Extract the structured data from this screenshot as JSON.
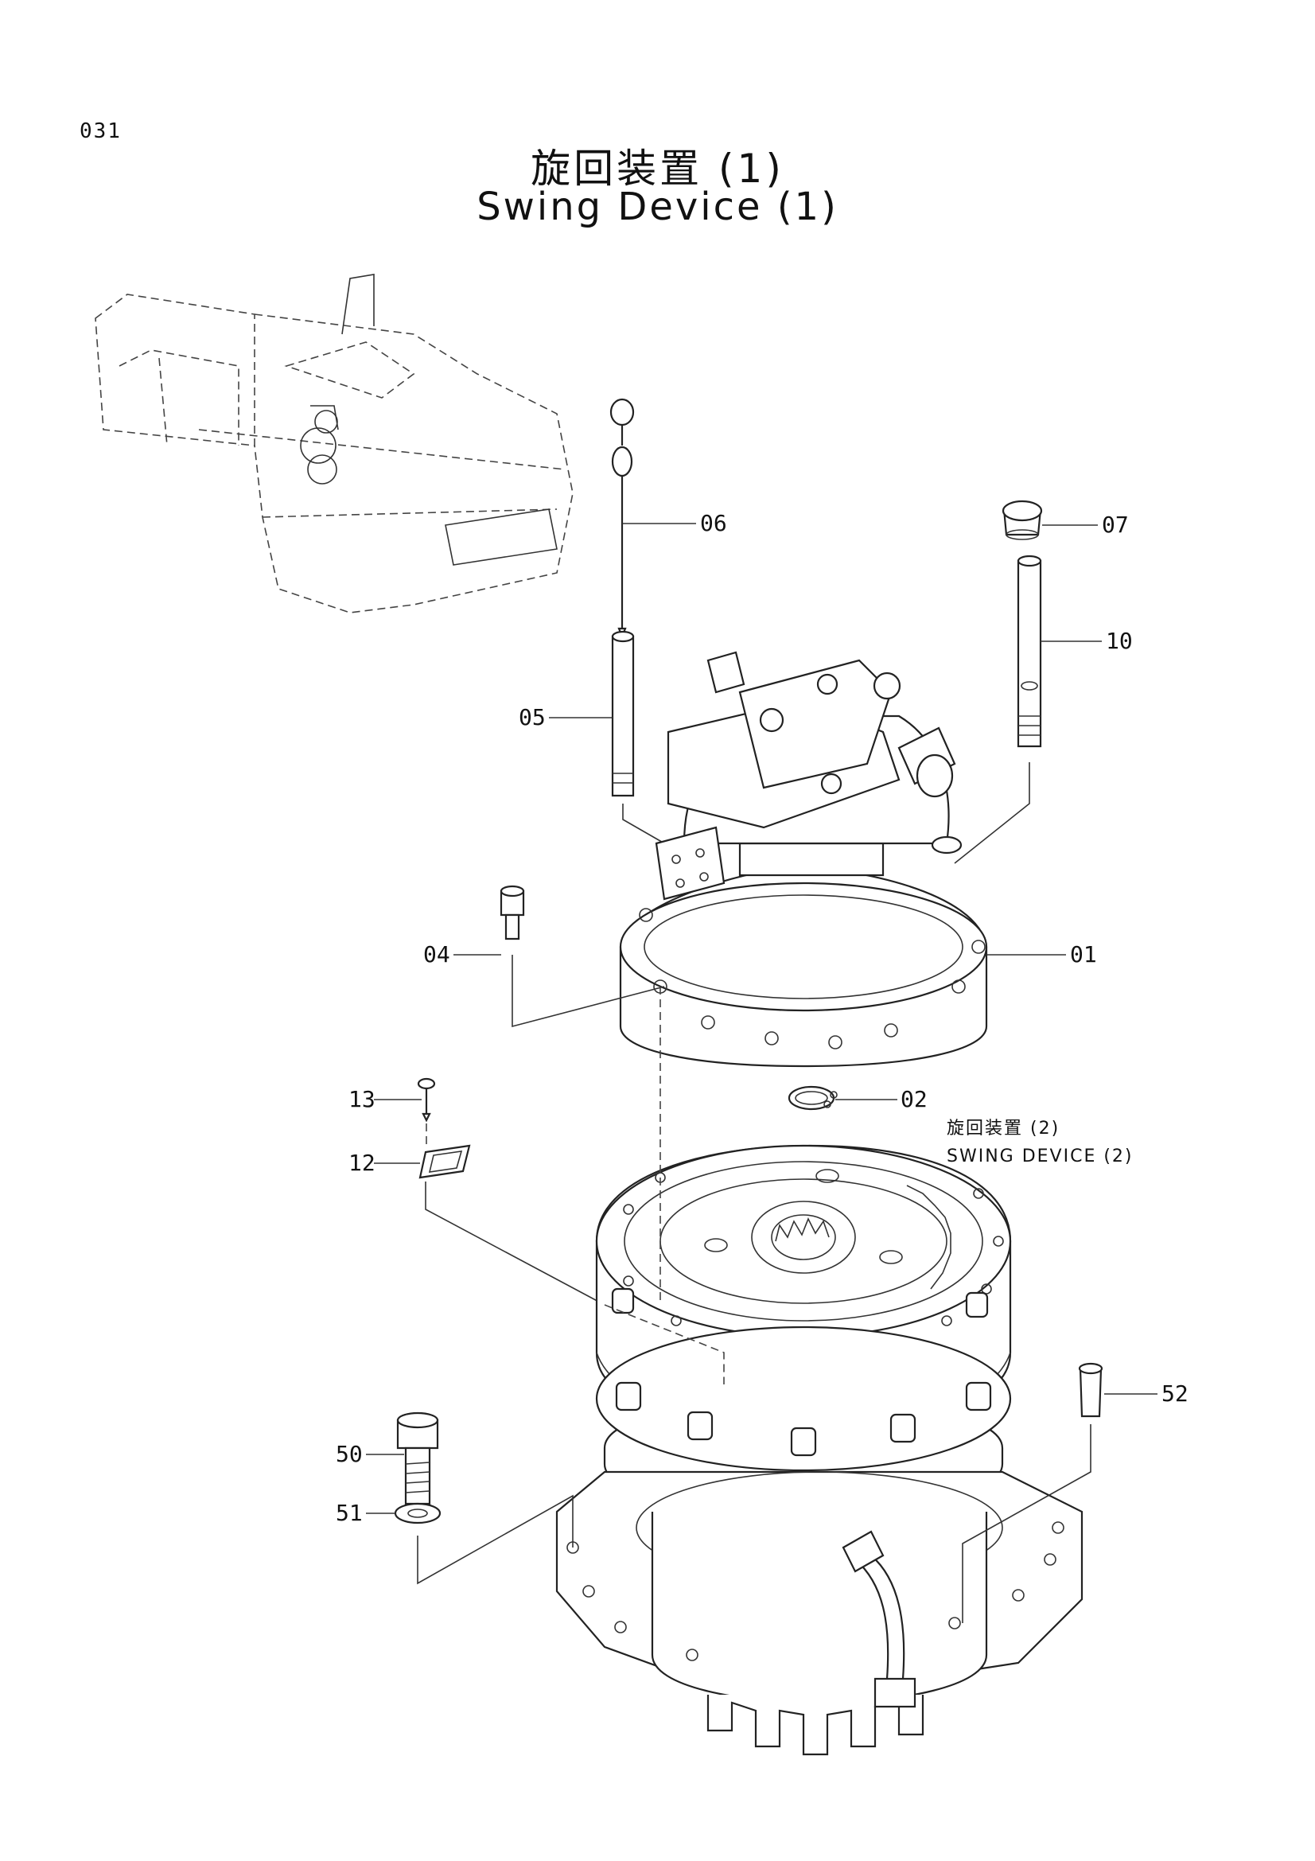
{
  "page": {
    "number": "031",
    "title_jp": "旋回装置 (1)",
    "title_en": "Swing Device (1)"
  },
  "callouts": [
    "06",
    "07",
    "10",
    "05",
    "01",
    "04",
    "02",
    "13",
    "12",
    "52",
    "50",
    "51"
  ],
  "reference": {
    "jp": "旋回装置 (2)",
    "en": "SWING DEVICE (2)"
  }
}
